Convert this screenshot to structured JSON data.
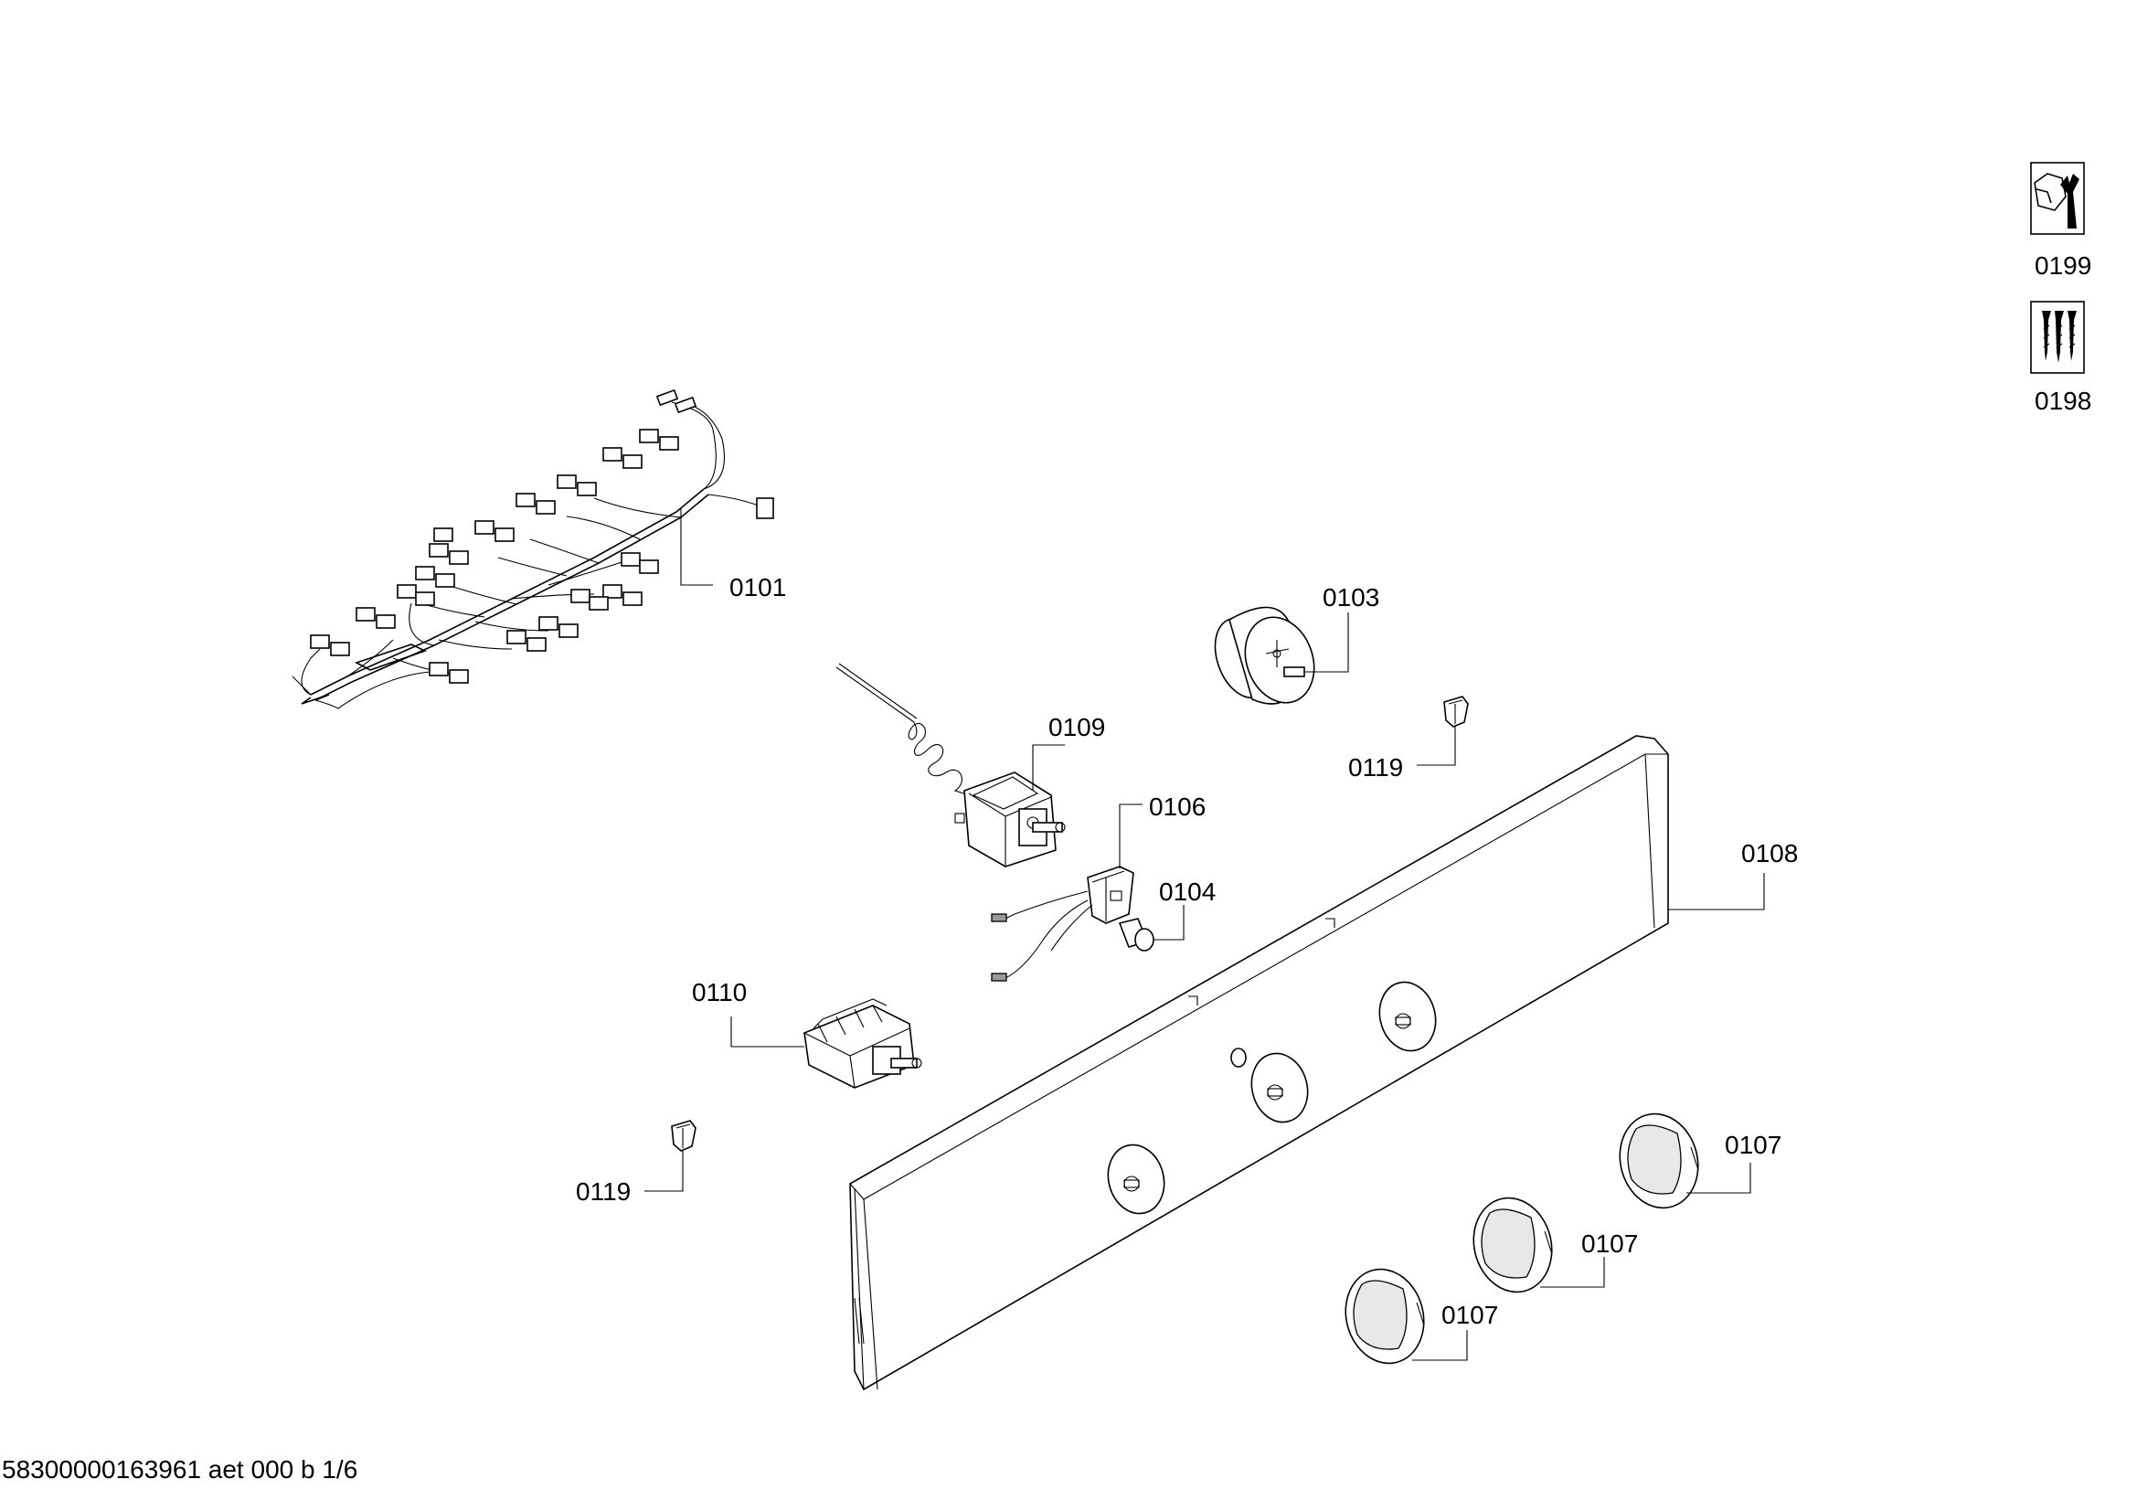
{
  "parts": [
    {
      "id": "p0101",
      "label": "0101"
    },
    {
      "id": "p0103",
      "label": "0103"
    },
    {
      "id": "p0104",
      "label": "0104"
    },
    {
      "id": "p0106",
      "label": "0106"
    },
    {
      "id": "p0107a",
      "label": "0107"
    },
    {
      "id": "p0107b",
      "label": "0107"
    },
    {
      "id": "p0107c",
      "label": "0107"
    },
    {
      "id": "p0108",
      "label": "0108"
    },
    {
      "id": "p0109",
      "label": "0109"
    },
    {
      "id": "p0110",
      "label": "0110"
    },
    {
      "id": "p0119a",
      "label": "0119"
    },
    {
      "id": "p0119b",
      "label": "0119"
    },
    {
      "id": "p0198",
      "label": "0198"
    },
    {
      "id": "p0199",
      "label": "0199"
    }
  ],
  "icons": {
    "service": "wrench-nut-icon",
    "fasteners": "screws-icon"
  },
  "footer": {
    "document_code": "58300000163961 aet 000 b 1/6"
  }
}
